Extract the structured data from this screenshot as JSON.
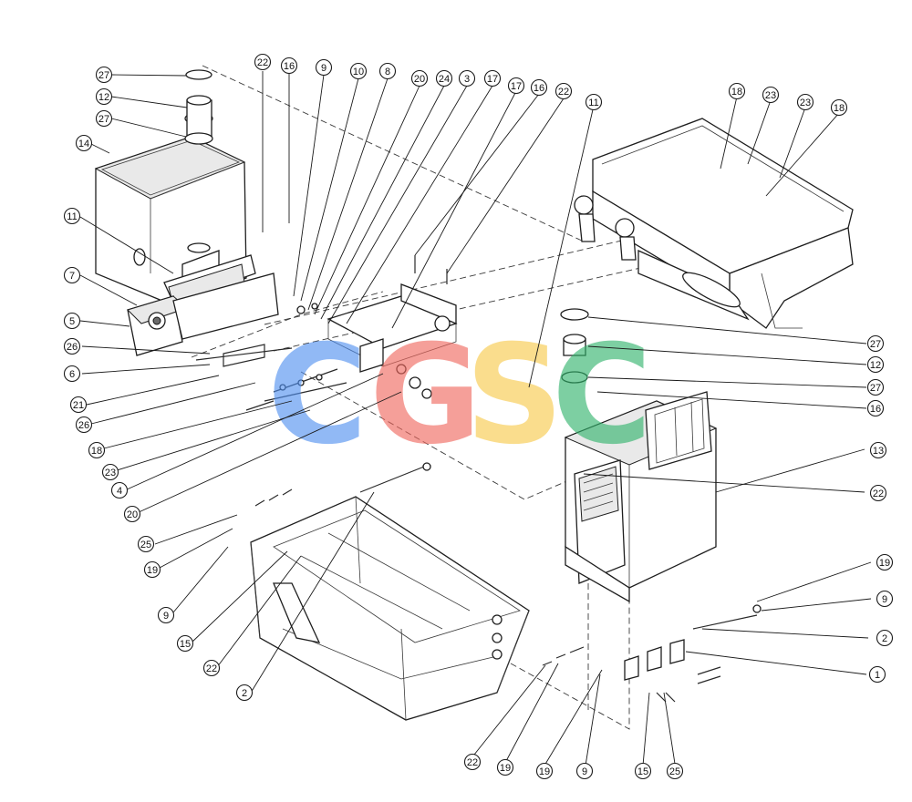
{
  "watermark": {
    "letters": [
      "C",
      "G",
      "S",
      "C"
    ],
    "colors": [
      "#4f8ff0",
      "#f0665c",
      "#f7c948",
      "#2fb36a"
    ]
  },
  "callouts": {
    "top_row": [
      "22",
      "16",
      "9",
      "10",
      "8",
      "20",
      "24",
      "3",
      "17",
      "17",
      "16",
      "22",
      "11"
    ],
    "top_right": [
      "18",
      "23",
      "23",
      "18"
    ],
    "left_column": [
      "27",
      "12",
      "27",
      "14",
      "11",
      "7",
      "5",
      "26",
      "6",
      "21",
      "26",
      "18",
      "23",
      "4",
      "20"
    ],
    "frame_left": [
      "25",
      "19",
      "9",
      "15",
      "22",
      "2"
    ],
    "right_column": [
      "27",
      "12",
      "27",
      "16",
      "13",
      "22",
      "19",
      "9",
      "2",
      "1"
    ],
    "bottom_row": [
      "22",
      "19",
      "19",
      "9",
      "15",
      "25"
    ]
  }
}
